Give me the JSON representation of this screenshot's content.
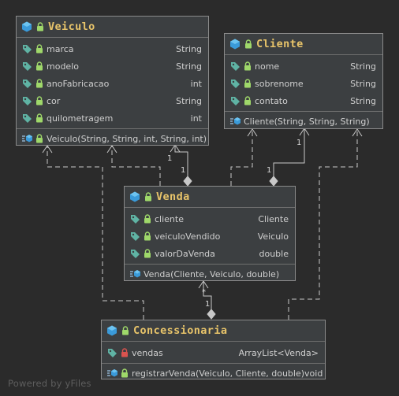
{
  "classes": [
    {
      "id": "veiculo",
      "name": "Veiculo",
      "fields": [
        {
          "name": "marca",
          "type": "String",
          "visibility": "private"
        },
        {
          "name": "modelo",
          "type": "String",
          "visibility": "private"
        },
        {
          "name": "anoFabricacao",
          "type": "int",
          "visibility": "private"
        },
        {
          "name": "cor",
          "type": "String",
          "visibility": "private"
        },
        {
          "name": "quilometragem",
          "type": "int",
          "visibility": "private"
        }
      ],
      "methods": [
        {
          "signature": "Veiculo(String, String, int, String, int)",
          "return": "",
          "visibility": "public"
        }
      ]
    },
    {
      "id": "cliente",
      "name": "Cliente",
      "fields": [
        {
          "name": "nome",
          "type": "String",
          "visibility": "private"
        },
        {
          "name": "sobrenome",
          "type": "String",
          "visibility": "private"
        },
        {
          "name": "contato",
          "type": "String",
          "visibility": "private"
        }
      ],
      "methods": [
        {
          "signature": "Cliente(String, String, String)",
          "return": "",
          "visibility": "public"
        }
      ]
    },
    {
      "id": "venda",
      "name": "Venda",
      "fields": [
        {
          "name": "cliente",
          "type": "Cliente",
          "visibility": "private"
        },
        {
          "name": "veiculoVendido",
          "type": "Veiculo",
          "visibility": "private"
        },
        {
          "name": "valorDaVenda",
          "type": "double",
          "visibility": "private"
        }
      ],
      "methods": [
        {
          "signature": "Venda(Cliente, Veiculo, double)",
          "return": "",
          "visibility": "public"
        }
      ]
    },
    {
      "id": "concessionaria",
      "name": "Concessionaria",
      "fields": [
        {
          "name": "vendas",
          "type": "ArrayList<Venda>",
          "visibility": "private-red"
        }
      ],
      "methods": [
        {
          "signature": "registrarVenda(Veiculo, Cliente, double)",
          "return": "void",
          "visibility": "public"
        }
      ]
    }
  ],
  "relations": [
    {
      "from": "venda",
      "to": "veiculo",
      "kind": "composition",
      "source_multiplicity": "1",
      "target_multiplicity": "1"
    },
    {
      "from": "venda",
      "to": "cliente",
      "kind": "composition",
      "source_multiplicity": "1",
      "target_multiplicity": "1"
    },
    {
      "from": "concessionaria",
      "to": "venda",
      "kind": "composition",
      "source_multiplicity": "1",
      "target_multiplicity": "*"
    },
    {
      "from": "venda",
      "to": "veiculo",
      "kind": "dependency"
    },
    {
      "from": "venda",
      "to": "cliente",
      "kind": "dependency"
    },
    {
      "from": "concessionaria",
      "to": "veiculo",
      "kind": "dependency"
    },
    {
      "from": "concessionaria",
      "to": "cliente",
      "kind": "dependency"
    }
  ],
  "multiplicities": {
    "veiculo_top": "1",
    "veiculo_bottom": "1",
    "cliente_top": "1",
    "cliente_bottom": "1",
    "venda_many": "*",
    "venda_one": "1"
  },
  "watermark": "Powered by yFiles",
  "colors": {
    "background": "#2b2b2b",
    "node_fill": "#3c3f41",
    "class_name": "#e8c46a",
    "edge": "#c8c8c8",
    "field_icon": "#5fb3a4",
    "lock": "#9fd86a",
    "lock_red": "#d9534f",
    "class_icon": "#3a9ad9"
  }
}
